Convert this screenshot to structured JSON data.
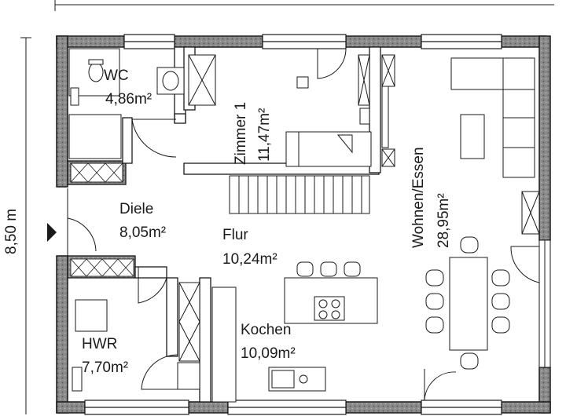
{
  "dimensions": {
    "depth_label": "8,50 m"
  },
  "rooms": {
    "wc": {
      "name": "WC",
      "area": "4,86m²"
    },
    "zimmer1": {
      "name": "Zimmer 1",
      "area": "11,47m²"
    },
    "diele": {
      "name": "Diele",
      "area": "8,05m²"
    },
    "flur": {
      "name": "Flur",
      "area": "10,24m²"
    },
    "wohnen": {
      "name": "Wohnen/Essen",
      "area": "28,95m²"
    },
    "hwr": {
      "name": "HWR",
      "area": "7,70m²"
    },
    "kochen": {
      "name": "Kochen",
      "area": "10,09m²"
    }
  },
  "colors": {
    "wall_fill": "#7d7d7d",
    "line": "#1a1a1a",
    "background": "#ffffff"
  }
}
